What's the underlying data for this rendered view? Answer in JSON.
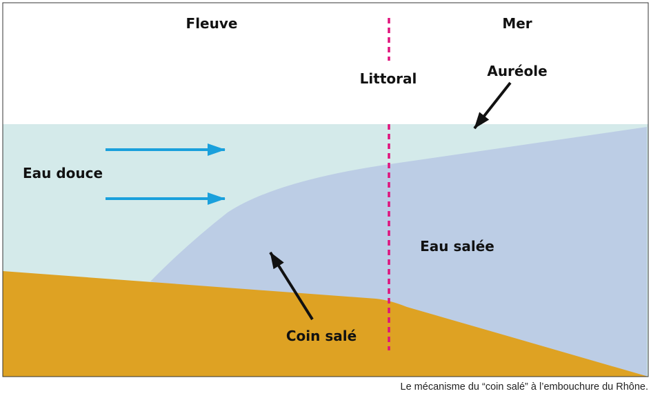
{
  "labels": {
    "fleuve": "Fleuve",
    "mer": "Mer",
    "littoral": "Littoral",
    "aureole": "Auréole",
    "eau_douce": "Eau douce",
    "eau_salee": "Eau salée",
    "coin_sale": "Coin salé"
  },
  "caption": "Le mécanisme du “coin salé” à l’embouchure du Rhône.",
  "colors": {
    "fresh_water": "#d4eaea",
    "salt_water": "#bccde5",
    "sediment": "#dea223",
    "flow_arrow": "#1aa0dc",
    "coast_line": "#e0127c",
    "pointer_arrow": "#111111",
    "frame": "#333333"
  },
  "icons": {
    "flow": "right-arrow-icon",
    "pointer": "diagonal-arrow-icon"
  }
}
